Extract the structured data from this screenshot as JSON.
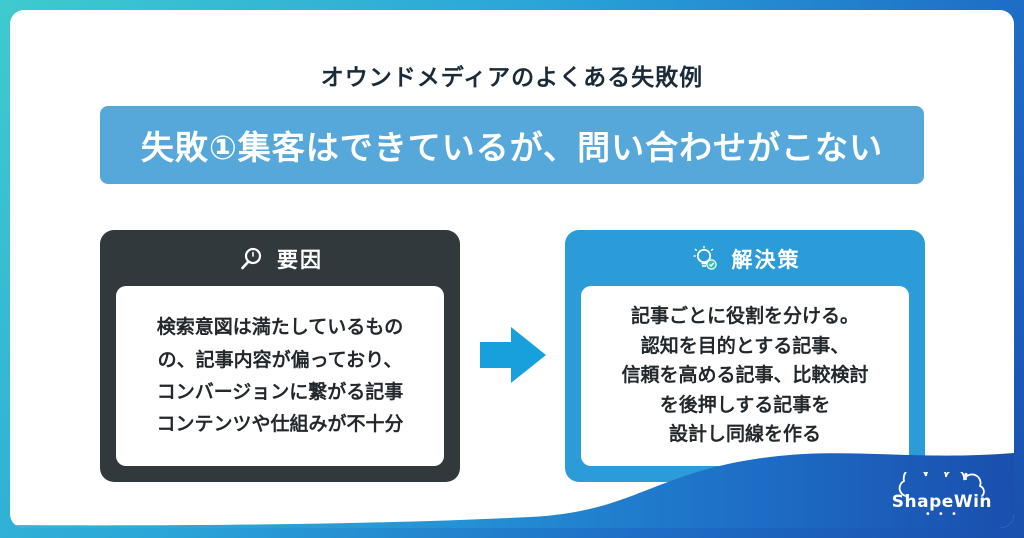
{
  "header": {
    "title": "オウンドメディアのよくある失敗例"
  },
  "banner": {
    "text": "失敗①集客はできているが、問い合わせがこない"
  },
  "cause": {
    "label": "要因",
    "lines": [
      "検索意図は満たしているもの",
      "の、記事内容が偏っており、",
      "コンバージョンに繋がる記事",
      "コンテンツや仕組みが不十分"
    ]
  },
  "solution": {
    "label": "解決策",
    "lines": [
      "記事ごとに役割を分ける。",
      "認知を目的とする記事、",
      "信頼を高める記事、比較検討",
      "を後押しする記事を",
      "設計し同線を作る"
    ]
  },
  "logo": {
    "text": "ShapeWin"
  },
  "colors": {
    "banner_bg": "#57a8da",
    "cause_bg": "#31393c",
    "solution_bg": "#2b9cd8",
    "arrow": "#17a0dc",
    "title_text": "#1b2b3a"
  }
}
